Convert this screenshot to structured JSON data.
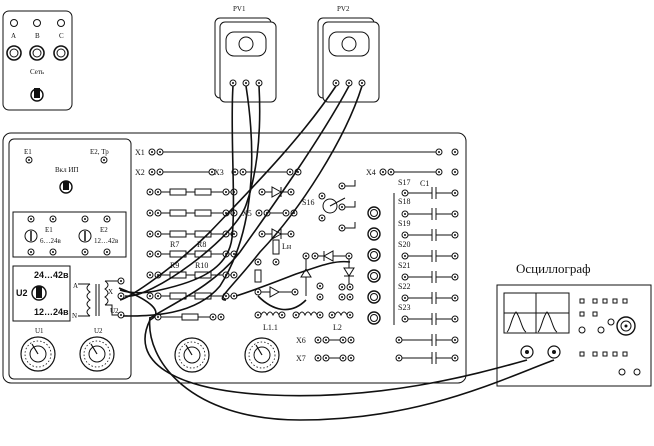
{
  "labels": {
    "network": "Сеть",
    "phase_a": "A",
    "phase_b": "B",
    "phase_c": "C",
    "pv1": "PV1",
    "pv2": "PV2",
    "e1": "E1",
    "e2tr": "E2, Тр",
    "vkl": "Вкл ИП",
    "e1b": "E1",
    "e1range": "6…24в",
    "e2b": "E2",
    "e2range": "12…42в",
    "u2box": "U2",
    "r24": "24…42в",
    "r12": "12…24в",
    "ta": "A",
    "tx": "X",
    "tn": "N",
    "u2t": "U2",
    "u1": "U1",
    "u2": "U2",
    "x1": "X1",
    "x2": "X2",
    "x3": "X3",
    "x4": "X4",
    "x5": "X5",
    "x6": "X6",
    "x7": "X7",
    "r7": "R7",
    "r8": "R8",
    "r9": "R9",
    "r10": "R10",
    "s16": "S16",
    "s17": "S17",
    "s18": "S18",
    "s19": "S19",
    "s20": "S20",
    "s21": "S21",
    "s22": "S22",
    "s23": "S23",
    "c1": "C1",
    "ln": "Lн",
    "l11": "L1.1",
    "l2": "L2",
    "oscilloscope": "Осциллограф"
  },
  "colors": {
    "ink": "#111111",
    "paper": "#ffffff"
  },
  "icons": [
    "knob-icon",
    "terminal-icon",
    "resistor-icon",
    "diode-icon",
    "switch-icon",
    "capacitor-icon",
    "meter-dial-icon",
    "screen-icon"
  ]
}
